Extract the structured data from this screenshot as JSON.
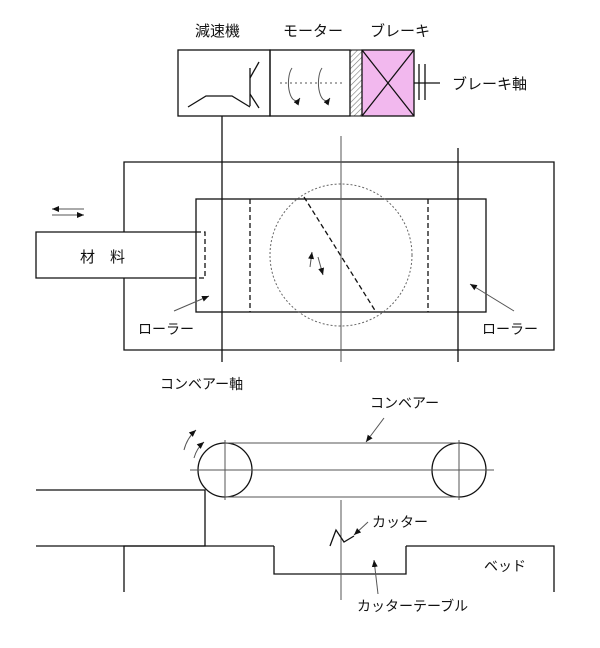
{
  "labels": {
    "reducer": "減速機",
    "motor": "モーター",
    "brake": "ブレーキ",
    "brake_shaft": "ブレーキ軸",
    "material": "材　料",
    "roller_left": "ローラー",
    "roller_right": "ローラー",
    "conveyor_shaft": "コンベアー軸",
    "conveyor": "コンベアー",
    "cutter": "カッター",
    "bed": "ベッド",
    "cutter_table": "カッターテーブル"
  },
  "colors": {
    "line": "#111111",
    "brake_fill": "#f2b8ee",
    "hatch": "#777777"
  }
}
